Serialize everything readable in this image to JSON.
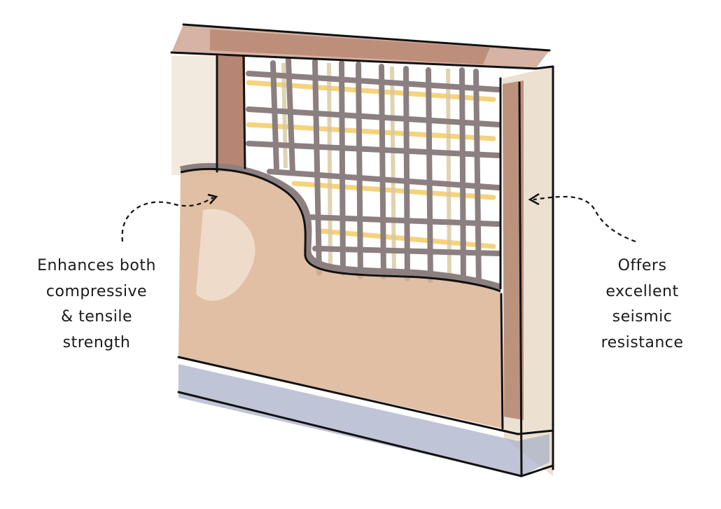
{
  "annotations": {
    "left": [
      "Enhances both",
      "compressive",
      "& tensile",
      "strength"
    ],
    "right": [
      "Offers",
      "excellent",
      "seismic",
      "resistance"
    ]
  },
  "colors": {
    "timber": "#a9705a",
    "plaster": "#dcb494",
    "reinforcement_bars": "#8c7f80",
    "straw_fill": "#f5cf6e",
    "base": "#aab0c8",
    "outline": "#111111"
  }
}
